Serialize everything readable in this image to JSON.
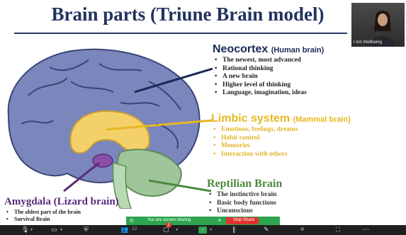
{
  "slide": {
    "title": "Brain parts (Triune Brain model)",
    "neocortex": {
      "name": "Neocortex",
      "sub": "(Human brain)",
      "items": [
        "The newest, most advanced",
        "Rational thinking",
        "A new brain",
        "Higher level of thinking",
        "Language, imagination, ideas"
      ]
    },
    "limbic": {
      "name": "Limbic system",
      "sub": "(Mammal brain)",
      "items": [
        "Emotions, feelings, dreams",
        "Habit control",
        "Memories",
        "Interaction with others"
      ]
    },
    "reptilian": {
      "name": "Reptilian Brain",
      "items": [
        "The instinctive brain",
        "Basic body functions",
        "Unconscious"
      ]
    },
    "amygdala": {
      "name": "Amygdala (Lizard brain)",
      "items": [
        "The oldest part of the brain",
        "Survival Brain"
      ]
    }
  },
  "video": {
    "participant_name": "I Am Wellbeing"
  },
  "share_bar": {
    "status_text": "You are screen sharing",
    "stop_label": "Stop Share"
  },
  "toolbar": {
    "participants_count": "12",
    "chat_badge": "2"
  },
  "colors": {
    "title": "#23325f",
    "neocortex": "#1a2a57",
    "limbic": "#e6b820",
    "reptilian": "#4d8a3e",
    "amygdala": "#5a2a7a",
    "share_green": "#2ea44f",
    "stop_red": "#e0322f",
    "toolbar_bg": "#1f1f1f"
  },
  "icons": [
    "microphone-icon",
    "video-camera-icon",
    "security-shield-icon",
    "participants-icon",
    "chat-icon",
    "share-screen-icon",
    "pause-icon",
    "annotate-icon",
    "remote-control-icon",
    "more-icon"
  ]
}
